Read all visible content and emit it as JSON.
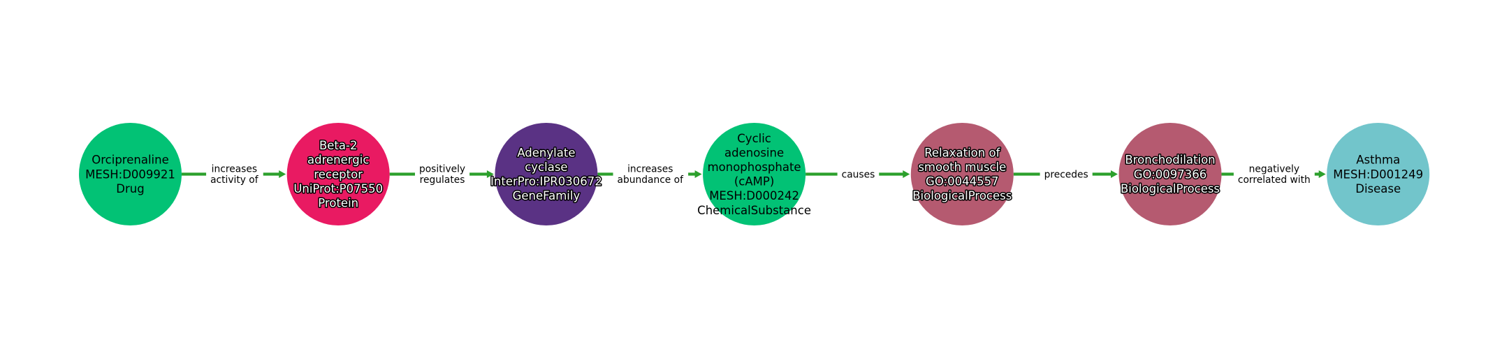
{
  "diagram": {
    "title": "",
    "layout": "left-to-right chain",
    "node_type_colors": {
      "Drug": "#02c275",
      "Protein": "#e91a62",
      "GeneFamily": "#5a3284",
      "ChemicalSubstance": "#02c275",
      "BiologicalProcess": "#b55a70",
      "Disease": "#72c5cb"
    },
    "edge_color": "#2ca02c",
    "nodes": [
      {
        "id": "n0",
        "name": "Orciprenaline",
        "identifier": "MESH:D009921",
        "type": "Drug",
        "label_lines": [
          "Orciprenaline",
          "MESH:D009921",
          "Drug"
        ],
        "text_style": "dark"
      },
      {
        "id": "n1",
        "name": "Beta-2 adrenergic receptor",
        "identifier": "UniProt:P07550",
        "type": "Protein",
        "label_lines": [
          "Beta-2",
          "adrenergic",
          "receptor",
          "UniProt:P07550",
          "Protein"
        ],
        "text_style": "light"
      },
      {
        "id": "n2",
        "name": "Adenylate cyclase",
        "identifier": "InterPro:IPR030672",
        "type": "GeneFamily",
        "label_lines": [
          "Adenylate",
          "cyclase",
          "InterPro:IPR030672",
          "GeneFamily"
        ],
        "text_style": "light"
      },
      {
        "id": "n3",
        "name": "Cyclic adenosine monophosphate (cAMP)",
        "identifier": "MESH:D000242",
        "type": "ChemicalSubstance",
        "label_lines": [
          "Cyclic",
          "adenosine",
          "monophosphate",
          "(cAMP)",
          "MESH:D000242",
          "ChemicalSubstance"
        ],
        "text_style": "dark"
      },
      {
        "id": "n4",
        "name": "Relaxation of smooth muscle",
        "identifier": "GO:0044557",
        "type": "BiologicalProcess",
        "label_lines": [
          "Relaxation of",
          "smooth muscle",
          "GO:0044557",
          "BiologicalProcess"
        ],
        "text_style": "light"
      },
      {
        "id": "n5",
        "name": "Bronchodilation",
        "identifier": "GO:0097366",
        "type": "BiologicalProcess",
        "label_lines": [
          "Bronchodilation",
          "GO:0097366",
          "BiologicalProcess"
        ],
        "text_style": "light"
      },
      {
        "id": "n6",
        "name": "Asthma",
        "identifier": "MESH:D001249",
        "type": "Disease",
        "label_lines": [
          "Asthma",
          "MESH:D001249",
          "Disease"
        ],
        "text_style": "dark"
      }
    ],
    "edges": [
      {
        "source": "n0",
        "target": "n1",
        "relation": "increases activity of",
        "label_lines": [
          "increases",
          "activity of"
        ]
      },
      {
        "source": "n1",
        "target": "n2",
        "relation": "positively regulates",
        "label_lines": [
          "positively",
          "regulates"
        ]
      },
      {
        "source": "n2",
        "target": "n3",
        "relation": "increases abundance of",
        "label_lines": [
          "increases",
          "abundance of"
        ]
      },
      {
        "source": "n3",
        "target": "n4",
        "relation": "causes",
        "label_lines": [
          "causes"
        ]
      },
      {
        "source": "n4",
        "target": "n5",
        "relation": "precedes",
        "label_lines": [
          "precedes"
        ]
      },
      {
        "source": "n5",
        "target": "n6",
        "relation": "negatively correlated with",
        "label_lines": [
          "negatively",
          "correlated with"
        ]
      }
    ]
  }
}
